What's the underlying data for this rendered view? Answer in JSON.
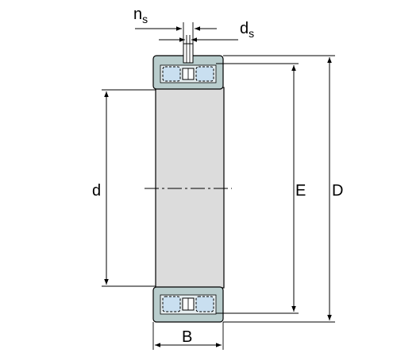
{
  "labels": {
    "n_main": "n",
    "n_sub": "s",
    "d_small_main": "d",
    "d_small_sub": "s",
    "d": "d",
    "E": "E",
    "D": "D",
    "B": "B"
  },
  "colors": {
    "ring": "#b9cdcd",
    "roller": "#c9dff0",
    "bore": "#dcdcdc",
    "line": "#000000"
  }
}
